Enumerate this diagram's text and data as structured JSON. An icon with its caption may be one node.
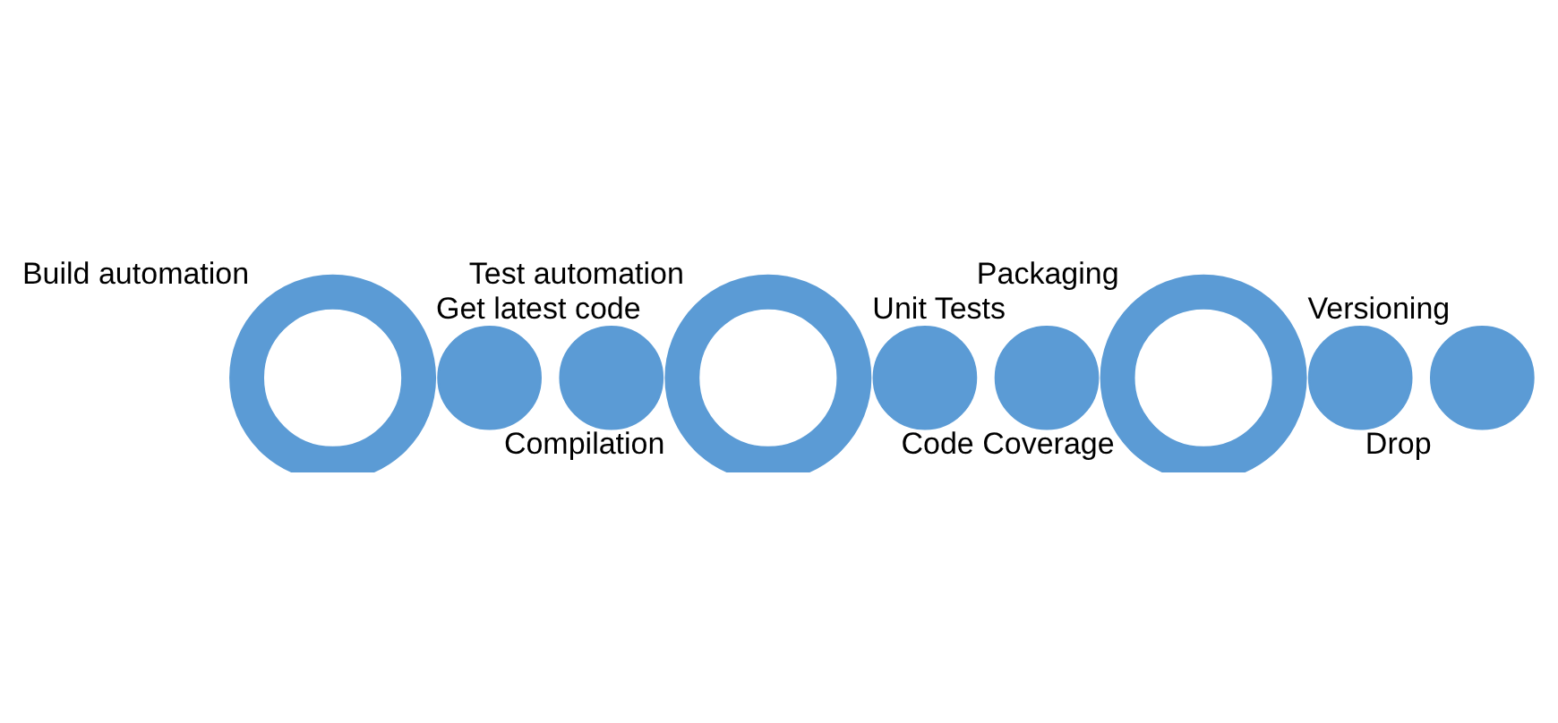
{
  "diagram": {
    "nodes": [
      {
        "text": [
          "Build automation"
        ]
      },
      {
        "text": [
          "Get latest code"
        ]
      },
      {
        "text": [
          "Compilation"
        ]
      },
      {
        "text": [
          "Test automation"
        ]
      },
      {
        "text": [
          "Unit Tests"
        ]
      },
      {
        "text": [
          "Code Coverage"
        ]
      },
      {
        "text": [
          "Packaging"
        ]
      },
      {
        "text": [
          "Versioning"
        ]
      },
      {
        "text": [
          "Drop"
        ]
      }
    ]
  }
}
